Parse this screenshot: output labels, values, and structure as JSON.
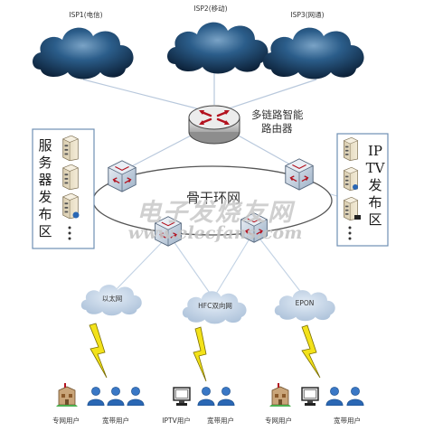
{
  "isps": [
    {
      "label": "ISP1(电信)"
    },
    {
      "label": "ISP2(移动)"
    },
    {
      "label": "ISP3(网通)"
    }
  ],
  "router": {
    "line1": "多链路智能",
    "line2": "路由器"
  },
  "backbone": {
    "label": "骨干环网"
  },
  "panels": {
    "left": {
      "chars": [
        "服",
        "务",
        "器",
        "发",
        "布",
        "区"
      ]
    },
    "right": {
      "chars": [
        "IP",
        "TV",
        "发",
        "布",
        "区"
      ]
    }
  },
  "access_networks": [
    {
      "label": "以太网"
    },
    {
      "label": "HFC双向网"
    },
    {
      "label": "EPON"
    }
  ],
  "user_groups": [
    {
      "labels": [
        "专网用户",
        "宽带用户"
      ]
    },
    {
      "labels": [
        "IPTV用户",
        "宽带用户"
      ]
    },
    {
      "labels": [
        "专网用户",
        "宽带用户"
      ]
    }
  ],
  "watermark": {
    "line1": "电子发烧友网",
    "line2": "www.elecfans.com"
  },
  "colors": {
    "cloud_dark": "#0a1d33",
    "cloud_mid": "#2b5d8a",
    "cloud_light": "#6f8fa8",
    "link_line": "#b8c8dc",
    "ring": "#555555",
    "switch_fill": "#c9d6e6",
    "arrow_red": "#b3121f",
    "bolt_yellow": "#f3e21a",
    "access_cloud": "#b9cbe0",
    "people_blue": "#2a67b4"
  }
}
